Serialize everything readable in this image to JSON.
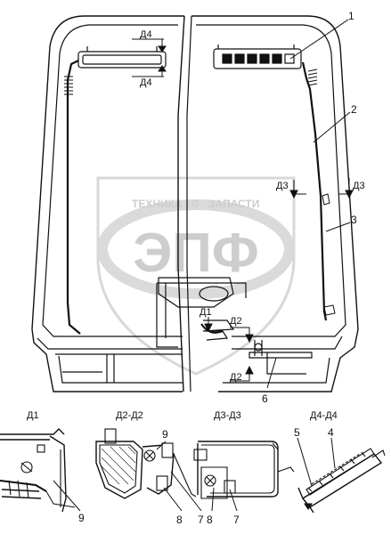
{
  "watermark": {
    "top_text": "ТЕХНИКА",
    "symbol": "⚙",
    "top_text_right": "ЗАПАСТИ",
    "big_text": "ЭПФ"
  },
  "main_view": {
    "section_marks": {
      "d4_top": "Д4",
      "d4_bottom": "Д4",
      "d3_left": "Д3",
      "d3_right": "Д3",
      "d1": "Д1",
      "d2_top": "Д2",
      "d2_bottom": "Д2"
    },
    "callouts": {
      "c1": "1",
      "c2": "2",
      "c3": "3",
      "c6": "6"
    }
  },
  "details": {
    "d1": {
      "title": "Д1",
      "callout_9": "9"
    },
    "d2": {
      "title": "Д2-Д2",
      "callout_9": "9",
      "callout_8": "8",
      "callout_7": "7"
    },
    "d3": {
      "title": "Д3-Д3",
      "callout_8": "8",
      "callout_7": "7"
    },
    "d4": {
      "title": "Д4-Д4",
      "callout_5": "5",
      "callout_4": "4"
    }
  }
}
